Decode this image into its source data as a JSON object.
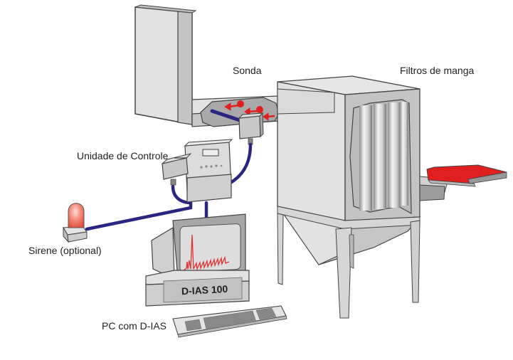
{
  "diagram": {
    "title": "",
    "labels": {
      "probe": "Sonda",
      "bag_filters": "Filtros de manga",
      "control_unit": "Unidade de Controle",
      "siren": "Sirene (optional)",
      "pc": "PC com D-IAS",
      "pc_unit_name": "D-IAS 100"
    },
    "components": [
      {
        "id": "chimney-duct",
        "name": "Vertical duct / chimney"
      },
      {
        "id": "horizontal-duct",
        "name": "Horizontal duct with cutaway"
      },
      {
        "id": "probe",
        "name": "Sonda (probe)"
      },
      {
        "id": "control-unit",
        "name": "Unidade de Controle"
      },
      {
        "id": "siren",
        "name": "Sirene (optional)"
      },
      {
        "id": "pc",
        "name": "PC com D-IAS",
        "display": "D-IAS 100"
      },
      {
        "id": "bag-filter-house",
        "name": "Filtros de manga"
      },
      {
        "id": "outlet-arrow",
        "name": "Clean gas outlet arrow"
      }
    ],
    "connections": [
      {
        "from": "probe",
        "to": "control-unit"
      },
      {
        "from": "control-unit",
        "to": "siren"
      },
      {
        "from": "control-unit",
        "to": "pc"
      }
    ],
    "colors": {
      "metal_light": "#e2e2e2",
      "metal_mid": "#bdbdbd",
      "metal_dark": "#9a9a9a",
      "outline": "#444444",
      "cable": "#2a2580",
      "flow_red": "#e02020",
      "siren_red": "#f07060"
    }
  }
}
